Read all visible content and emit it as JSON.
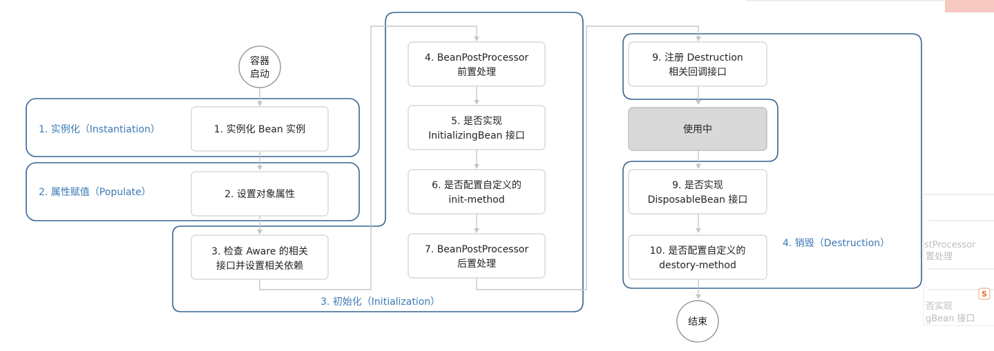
{
  "start_node": {
    "line1": "容器",
    "line2": "启动"
  },
  "end_node": {
    "label": "结束"
  },
  "phases": {
    "instantiation": "1. 实例化（Instantiation）",
    "populate": "2. 属性赋值（Populate）",
    "initialization": "3. 初始化（Initialization）",
    "destruction": "4. 销毁（Destruction）"
  },
  "steps": {
    "s1": {
      "line1": "1. 实例化 Bean 实例"
    },
    "s2": {
      "line1": "2. 设置对象属性"
    },
    "s3": {
      "line1": "3. 检查 Aware 的相关",
      "line2": "接口并设置相关依赖"
    },
    "s4": {
      "line1": "4. BeanPostProcessor",
      "line2": "前置处理"
    },
    "s5": {
      "line1": "5. 是否实现",
      "line2": "InitializingBean 接口"
    },
    "s6": {
      "line1": "6. 是否配置自定义的",
      "line2": "init-method"
    },
    "s7": {
      "line1": "7. BeanPostProcessor",
      "line2": "后置处理"
    },
    "s9a": {
      "line1": "9. 注册 Destruction",
      "line2": "相关回调接口"
    },
    "inuse": {
      "line1": "使用中"
    },
    "s9b": {
      "line1": "9. 是否实现",
      "line2": "DisposableBean 接口"
    },
    "s10": {
      "line1": "10. 是否配置自定义的",
      "line2": "destory-method"
    }
  },
  "background_fragment": {
    "line1": "stProcessor",
    "line2": "置处理",
    "line3": "否实现",
    "line4": "gBean 接口"
  },
  "badge": {
    "label": "S"
  },
  "colors": {
    "phase_border": "#35618f",
    "phase_text": "#3a78b5",
    "connector": "#c6c6c6",
    "in_use_fill": "#d9d9d9"
  }
}
